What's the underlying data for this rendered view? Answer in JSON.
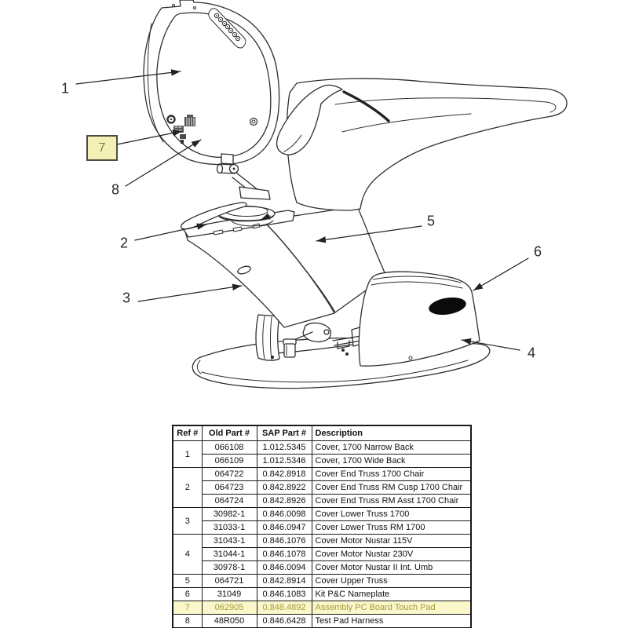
{
  "diagram": {
    "title_implicit": "",
    "callouts": {
      "c1": {
        "label": "1",
        "boxed": false
      },
      "c2": {
        "label": "2",
        "boxed": false
      },
      "c3": {
        "label": "3",
        "boxed": false
      },
      "c4": {
        "label": "4",
        "boxed": false
      },
      "c5": {
        "label": "5",
        "boxed": false
      },
      "c6": {
        "label": "6",
        "boxed": false
      },
      "c7": {
        "label": "7",
        "boxed": true
      },
      "c8": {
        "label": "8",
        "boxed": false
      }
    },
    "parts_shown": [
      "chair-back-cover",
      "touch-pad-pc-board",
      "back-cover-screws",
      "end-truss-cover",
      "lower-truss-cover",
      "upper-truss-cover",
      "motor-cover",
      "nameplate-oval",
      "chair-base",
      "seat",
      "armrest"
    ]
  },
  "colors": {
    "highlight_row_bg": "#FAF7CB",
    "highlight_row_text": "#A49B3A",
    "callout_box_bg": "#F4F0B5",
    "callout_box_text": "#7D7950",
    "line_color": "#2E2E2E",
    "nameplate_fill": "#0B0B0B"
  },
  "table": {
    "headers": [
      "Ref #",
      "Old Part #",
      "SAP Part #",
      "Description"
    ],
    "groups": [
      {
        "ref": "1",
        "highlight": false,
        "rows": [
          [
            "066108",
            "1.012.5345",
            "Cover, 1700 Narrow Back"
          ],
          [
            "066109",
            "1.012.5346",
            "Cover, 1700 Wide Back"
          ]
        ]
      },
      {
        "ref": "2",
        "highlight": false,
        "rows": [
          [
            "064722",
            "0.842.8918",
            "Cover End Truss 1700 Chair"
          ],
          [
            "064723",
            "0.842.8922",
            "Cover End Truss RM Cusp 1700 Chair"
          ],
          [
            "064724",
            "0.842.8926",
            "Cover End Truss RM Asst 1700 Chair"
          ]
        ]
      },
      {
        "ref": "3",
        "highlight": false,
        "rows": [
          [
            "30982-1",
            "0.846.0098",
            "Cover Lower Truss 1700"
          ],
          [
            "31033-1",
            "0.846.0947",
            "Cover Lower Truss RM 1700"
          ]
        ]
      },
      {
        "ref": "4",
        "highlight": false,
        "rows": [
          [
            "31043-1",
            "0.846.1076",
            "Cover Motor Nustar 115V"
          ],
          [
            "31044-1",
            "0.846.1078",
            "Cover Motor Nustar 230V"
          ],
          [
            "30978-1",
            "0.846.0094",
            "Cover Motor Nustar II Int. Umb"
          ]
        ]
      },
      {
        "ref": "5",
        "highlight": false,
        "rows": [
          [
            "064721",
            "0.842.8914",
            "Cover Upper Truss"
          ]
        ]
      },
      {
        "ref": "6",
        "highlight": false,
        "rows": [
          [
            "31049",
            "0.846.1083",
            "Kit P&C Nameplate"
          ]
        ]
      },
      {
        "ref": "7",
        "highlight": true,
        "rows": [
          [
            "062905",
            "0.848.4892",
            "Assembly PC Board Touch Pad"
          ]
        ]
      },
      {
        "ref": "8",
        "highlight": false,
        "rows": [
          [
            "48R050",
            "0.846.6428",
            "Test Pad Harness"
          ]
        ]
      }
    ]
  }
}
